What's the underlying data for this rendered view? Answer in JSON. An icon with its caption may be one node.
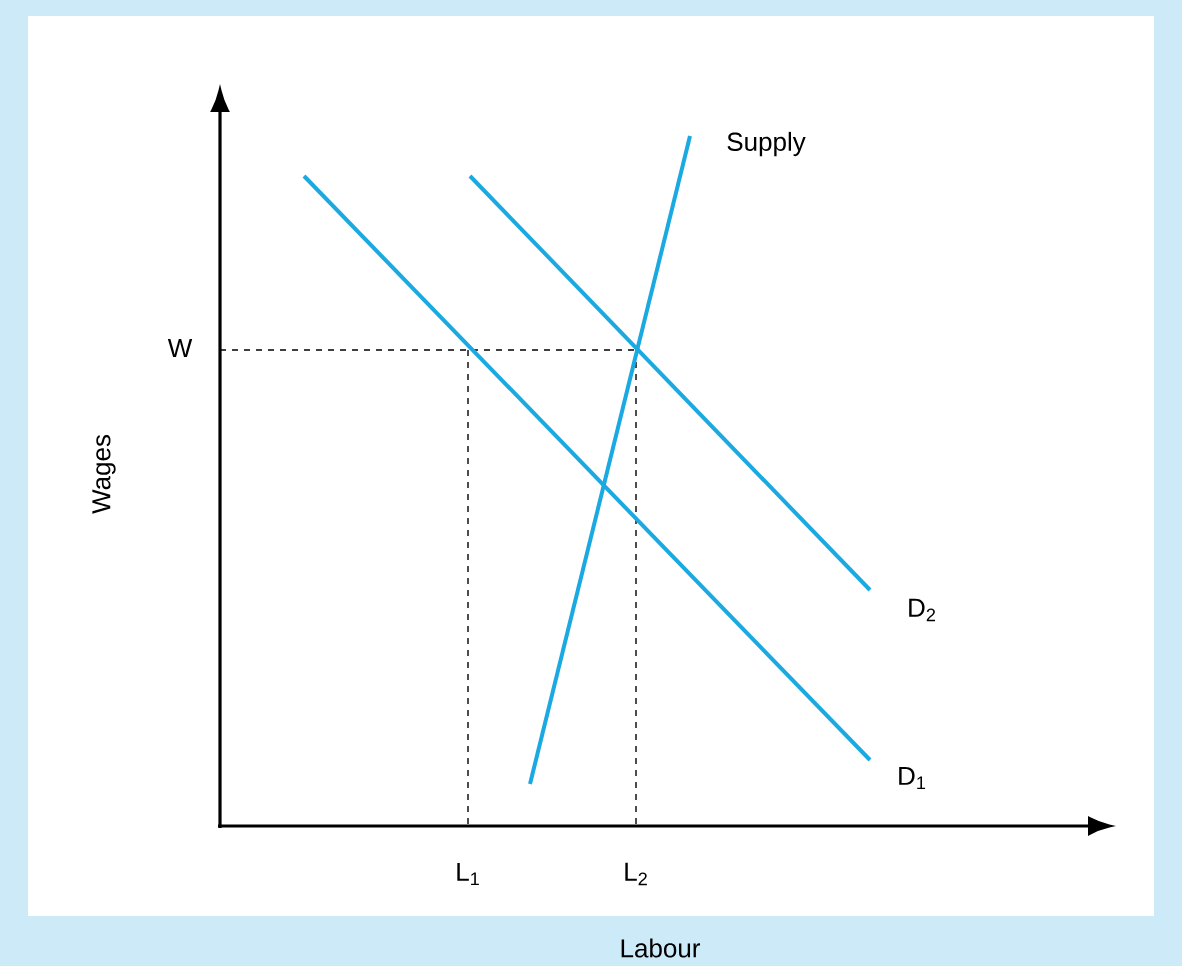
{
  "diagram": {
    "labels": [
      "Supply",
      "W",
      "Wages",
      "D$_{2}$",
      "D$_{1}$",
      "L$_{1}$",
      "L$_{2}$",
      "Labour"
    ]
  }
}
